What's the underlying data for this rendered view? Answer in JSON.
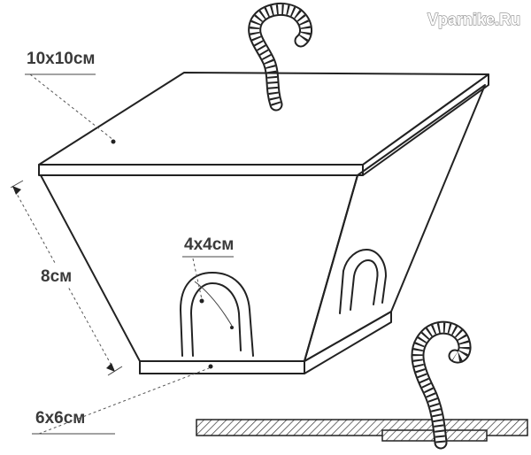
{
  "watermark": "Vparnike.Ru",
  "labels": {
    "top_size": "10x10см",
    "height": "8см",
    "hole_size": "4x4см",
    "bottom_size": "6x6см"
  },
  "colors": {
    "line": "#222222",
    "label": "#3a3a3a",
    "background": "#ffffff"
  }
}
